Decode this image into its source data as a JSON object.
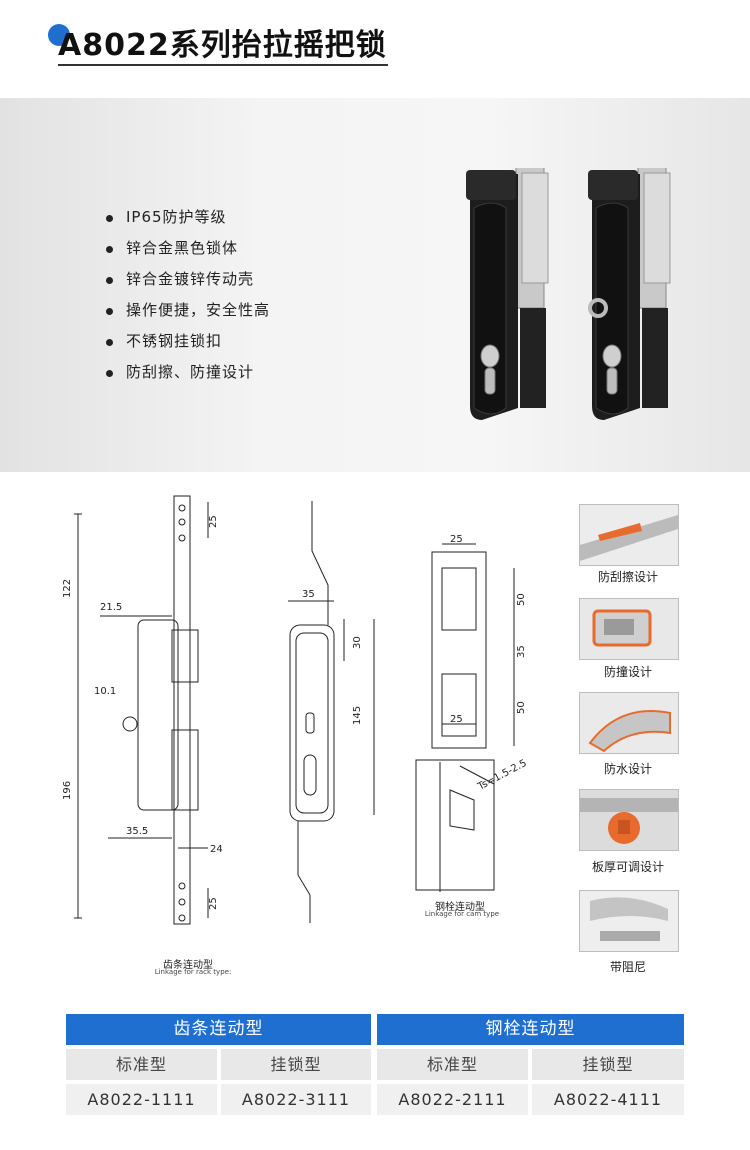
{
  "header": {
    "title": "A8022系列抬拉摇把锁"
  },
  "hero": {
    "features": [
      "IP65防护等级",
      "锌合金黑色锁体",
      "锌合金镀锌传动壳",
      "操作便捷，安全性高",
      "不锈钢挂锁扣",
      "防刮擦、防撞设计"
    ]
  },
  "drawings": {
    "rack": {
      "caption_cn": "齿条连动型",
      "caption_en": "Linkage for rack type:",
      "dims": {
        "d25a": "25",
        "d122": "122",
        "d21_5": "21.5",
        "d10_1": "10.1",
        "d196": "196",
        "d35_5": "35.5",
        "d24": "24",
        "d25b": "25"
      }
    },
    "front": {
      "dims": {
        "d35": "35",
        "d30": "30",
        "d145": "145"
      }
    },
    "cam": {
      "caption_cn": "钢栓连动型",
      "caption_en": "Linkage for cam type",
      "dims": {
        "d25a": "25",
        "d50a": "50",
        "d35": "35",
        "d50b": "50",
        "d25b": "25",
        "ts": "Ts=1.5-2.5"
      }
    }
  },
  "feature_thumbs": [
    {
      "label": "防刮擦设计",
      "icon": "scratch-proof-thumb"
    },
    {
      "label": "防撞设计",
      "icon": "anti-collision-thumb"
    },
    {
      "label": "防水设计",
      "icon": "waterproof-thumb"
    },
    {
      "label": "板厚可调设计",
      "icon": "adjustable-thickness-thumb"
    },
    {
      "label": "带阻尼",
      "icon": "damping-thumb"
    }
  ],
  "table": {
    "groups": [
      "齿条连动型",
      "钢栓连动型"
    ],
    "types": [
      "标准型",
      "挂锁型",
      "标准型",
      "挂锁型"
    ],
    "models": [
      "A8022-1111",
      "A8022-3111",
      "A8022-2111",
      "A8022-4111"
    ]
  },
  "colors": {
    "accent": "#1f6fd1",
    "lock_body": "#1d1d1d",
    "seal": "#e86a2c"
  }
}
